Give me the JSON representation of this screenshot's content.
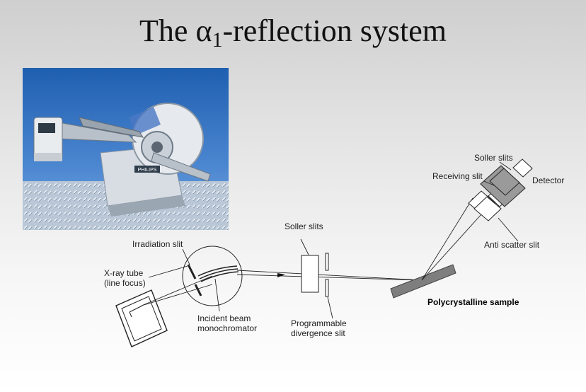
{
  "slide": {
    "title_prefix": "The ",
    "title_symbol": "α",
    "title_subscript": "1",
    "title_suffix": "-reflection system"
  },
  "labels": {
    "soller_slits_top": "Soller slits",
    "receiving_slit": "Receiving slit",
    "detector": "Detector",
    "soller_slits_mid": "Soller slits",
    "irradiation_slit": "Irradiation slit",
    "anti_scatter_slit": "Anti scatter slit",
    "xray_tube_line1": "X-ray tube",
    "xray_tube_line2": "(line focus)",
    "polycrystalline_sample": "Polycrystalline sample",
    "incident_beam_line1": "Incident beam",
    "incident_beam_line2": "monochromator",
    "programmable_line1": "Programmable",
    "programmable_line2": "divergence slit",
    "photo_brand": "PHILIPS"
  }
}
